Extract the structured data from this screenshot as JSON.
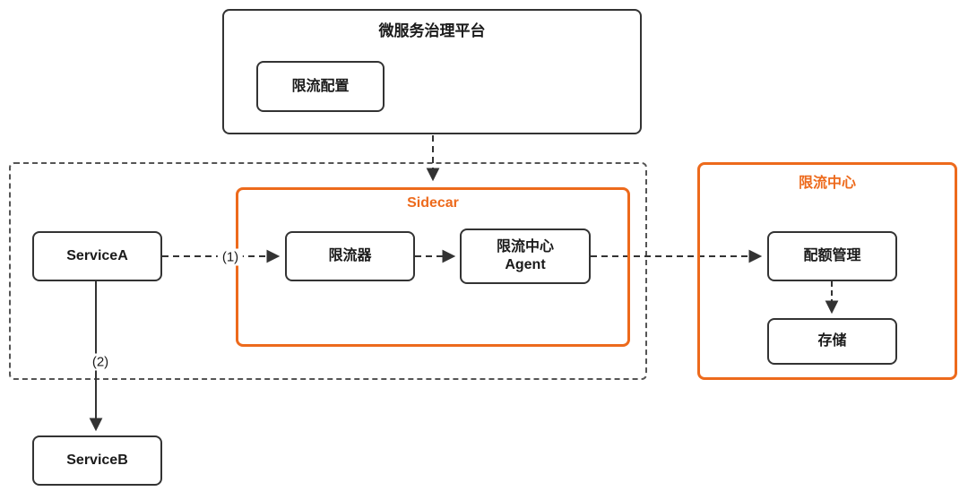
{
  "colors": {
    "accent": "#ED6A1C",
    "line": "#333333"
  },
  "platform": {
    "title": "微服务治理平台",
    "config_label": "限流配置"
  },
  "mesh": {
    "service_a": "ServiceA",
    "service_b": "ServiceB"
  },
  "sidecar": {
    "title": "Sidecar",
    "limiter": "限流器",
    "agent_line1": "限流中心",
    "agent_line2": "Agent"
  },
  "center": {
    "title": "限流中心",
    "quota": "配额管理",
    "storage": "存储"
  },
  "labels": {
    "step1": "(1)",
    "step2": "(2)"
  }
}
